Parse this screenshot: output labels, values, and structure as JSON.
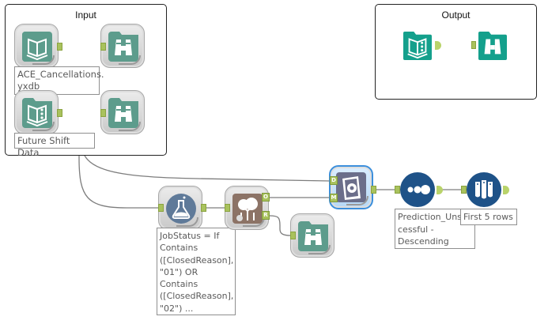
{
  "canvas": {
    "containers": [
      {
        "id": "input",
        "title": "Input"
      },
      {
        "id": "output",
        "title": "Output"
      }
    ],
    "tools": {
      "input_ace": {
        "type": "input-data",
        "icon": "book-icon",
        "annotation": "ACE_Cancellations.\nyxdb"
      },
      "browse_ace": {
        "type": "browse",
        "icon": "binoculars-icon"
      },
      "input_future": {
        "type": "input-data",
        "icon": "book-dots-icon",
        "annotation": "Future Shift Data"
      },
      "browse_future": {
        "type": "browse",
        "icon": "binoculars-icon"
      },
      "output_input": {
        "type": "input-data",
        "icon": "book-dots-icon"
      },
      "output_browse": {
        "type": "browse",
        "icon": "binoculars-icon"
      },
      "formula": {
        "type": "formula",
        "icon": "flask-icon",
        "annotation": "JobStatus = If\nContains\n([ClosedReason],\n\"01\") OR\nContains\n([ClosedReason],\n\"02\") ..."
      },
      "decision_tree": {
        "type": "decision-tree",
        "icon": "tree-icon",
        "anchors": {
          "o": "O",
          "r": "R"
        }
      },
      "browse_tree": {
        "type": "browse",
        "icon": "binoculars-icon"
      },
      "score": {
        "type": "score",
        "icon": "score-icon",
        "anchors": {
          "d": "D",
          "m": "M"
        }
      },
      "sort": {
        "type": "sort",
        "icon": "dots-icon",
        "annotation": "Prediction_Unsuc\ncessful -\nDescending"
      },
      "sample": {
        "type": "sample",
        "icon": "test-tubes-icon",
        "annotation": "First 5 rows"
      }
    },
    "colors": {
      "tool_teal": "#5d9c8c",
      "tool_teal_bright": "#14a08c",
      "anchor_green": "#a9c25d",
      "brown": "#8c7366",
      "slate": "#5f7a99",
      "navy": "#1e5288",
      "selected_blue": "#3c8fdc"
    }
  }
}
